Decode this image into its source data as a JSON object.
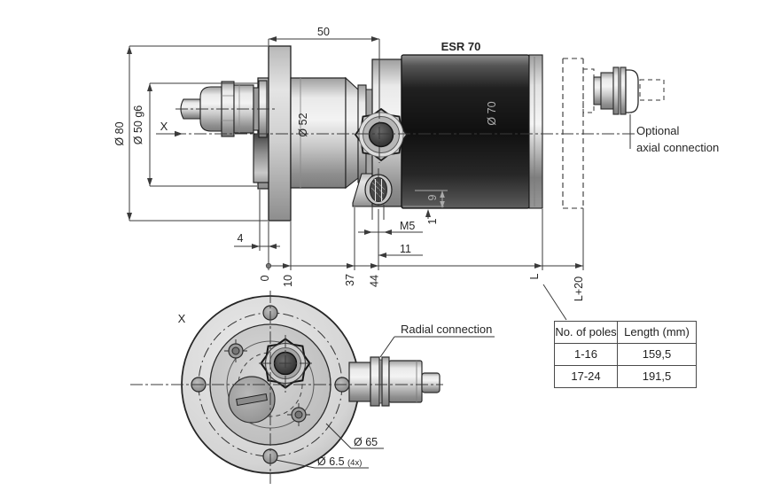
{
  "colors": {
    "ink": "#262626",
    "line": "#3a3a3a",
    "body_dark": "#1c1c1c",
    "metal_light": "#d9d9d9",
    "light_text": "#b0b0b0"
  },
  "side_view": {
    "model_label": "ESR 70",
    "view_arrow_label": "X",
    "dim_length_50": "50",
    "dim_dia_80": "Ø 80",
    "dim_dia_50_g6": "Ø 50 g6",
    "dim_dia_52": "Ø 52",
    "dim_dia_70": "Ø 70",
    "dim_4": "4",
    "dim_m5": "M5",
    "dim_11": "11",
    "dim_9": "9",
    "dim_1": "1",
    "chain_0": "0",
    "chain_10": "10",
    "chain_37": "37",
    "chain_44": "44",
    "chain_L": "L",
    "chain_L20": "L+20",
    "axial_note_line1": "Optional",
    "axial_note_line2": "axial connection"
  },
  "front_view": {
    "view_label": "X",
    "radial_label": "Radial connection",
    "dim_dia_65": "Ø 65",
    "dim_dia_6_5": "Ø 6.5",
    "dim_hole_count": "(4x)"
  },
  "table": {
    "headers": [
      "No. of poles",
      "Length (mm)"
    ],
    "rows": [
      [
        "1-16",
        "159,5"
      ],
      [
        "17-24",
        "191,5"
      ]
    ]
  }
}
